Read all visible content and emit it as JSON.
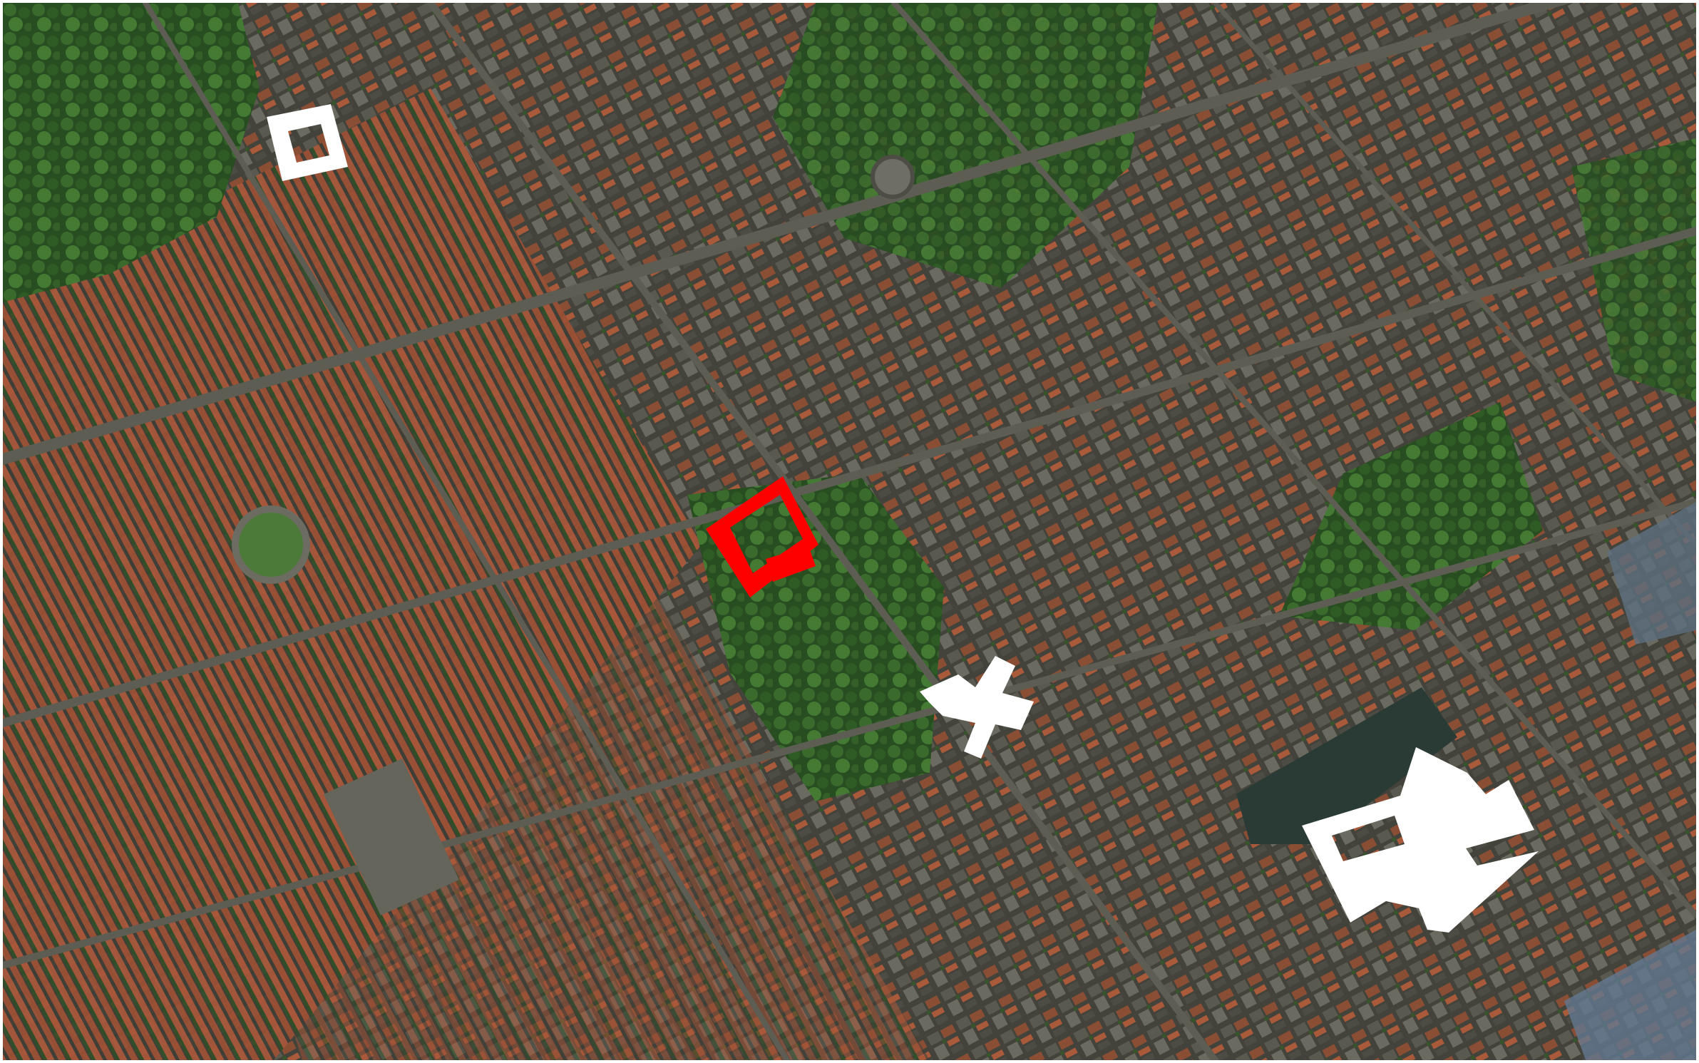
{
  "map": {
    "type": "satellite-aerial",
    "colors": {
      "urban_base": "#3f4038",
      "roof_dark": "#55554c",
      "roof_light": "#8a8a80",
      "roof_terracotta": "#b2593a",
      "vegetation": "#2f5a26",
      "vegetation_light": "#4c7a38",
      "water": "#2a3a34",
      "street": "#5c5b52",
      "highlight_primary": "#ff0000",
      "highlight_secondary": "#ffffff"
    },
    "highlighted_buildings": [
      {
        "id": "primary",
        "color": "#ff0000"
      },
      {
        "id": "secondary-north-west",
        "color": "#ffffff"
      },
      {
        "id": "secondary-center",
        "color": "#ffffff"
      },
      {
        "id": "secondary-south-east",
        "color": "#ffffff"
      }
    ]
  }
}
